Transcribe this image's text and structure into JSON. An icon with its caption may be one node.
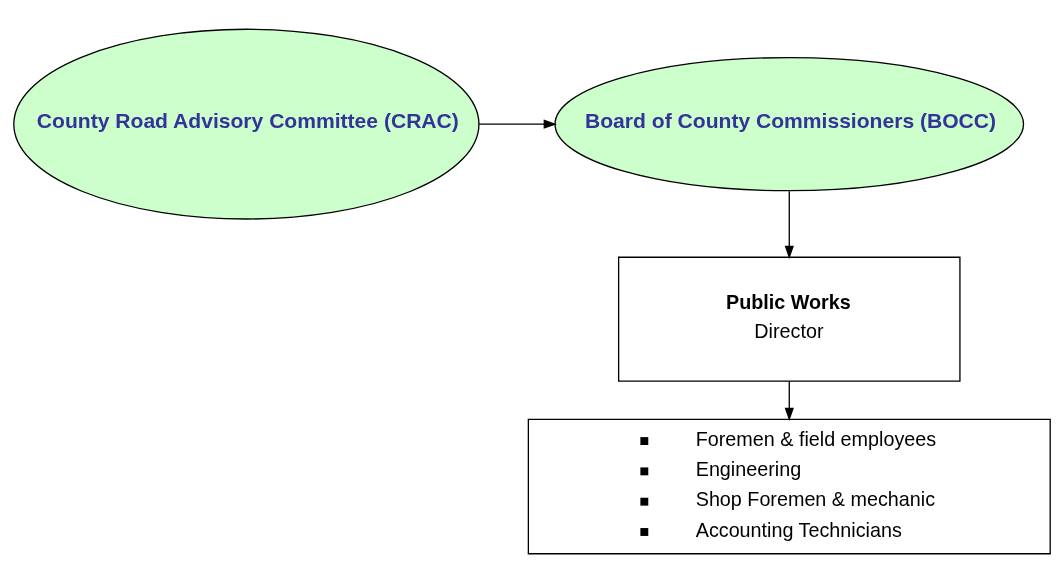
{
  "diagram": {
    "nodes": [
      {
        "text": [
          "Board of County Commissioners (BOCC)"
        ]
      },
      {
        "text": [
          "County Road Advisory Committee (CRAC)"
        ]
      },
      {
        "text": [
          "Public Works",
          "Director"
        ]
      },
      {
        "text": [
          "Foremen & field employees",
          "Engineering",
          "Shop Foremen & mechanic",
          "Accounting Technicians"
        ]
      }
    ],
    "edges": [
      {
        "from": 1,
        "to": 0,
        "arrow": "to"
      },
      {
        "from": 0,
        "to": 2,
        "arrow": "to"
      },
      {
        "from": 2,
        "to": 3,
        "arrow": "to"
      }
    ]
  }
}
